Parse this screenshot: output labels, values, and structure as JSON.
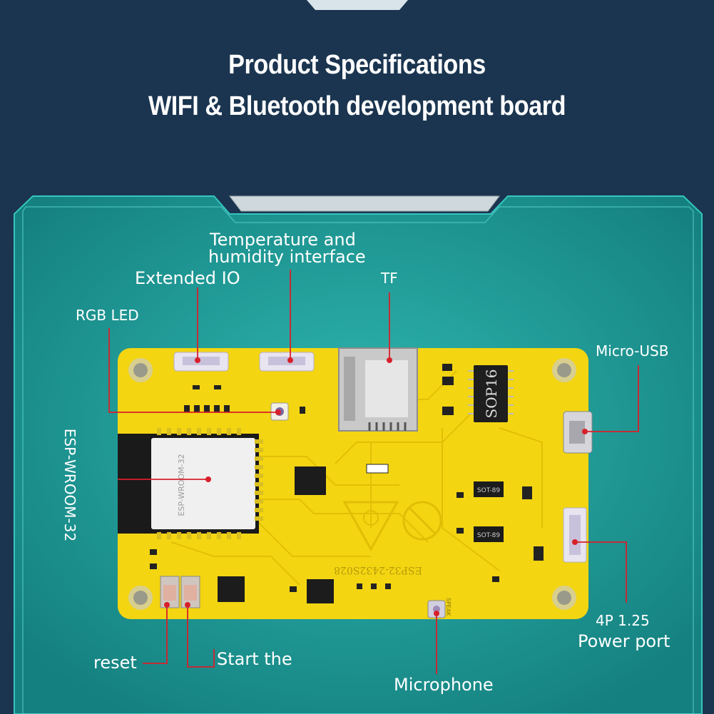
{
  "heading": {
    "line1": "Product Specifications",
    "line2": "WIFI & Bluetooth development board"
  },
  "callouts": {
    "temperature": [
      "Temperature and",
      "humidity interface"
    ],
    "extended_io": "Extended IO",
    "tf": "TF",
    "rgb_led": "RGB LED",
    "micro_usb": "Micro-USB",
    "esp_module": "ESP-WROOM-32",
    "power_port": [
      "4P 1.25",
      "Power port"
    ],
    "reset": "reset",
    "start": "Start the",
    "microphone": "Microphone"
  },
  "board_markings": {
    "module_label": "ESP-WROOM-32",
    "sop_chip": "SOP16",
    "board_model": "ESP32-2432S028",
    "sot_a": "SOT-89",
    "sot_b": "SOT-89",
    "speak": "SPEAK"
  },
  "colors": {
    "background": "#1b3550",
    "panel": "#1f9a9a",
    "board": "#f3d512",
    "leader_line": "#d8202a"
  }
}
